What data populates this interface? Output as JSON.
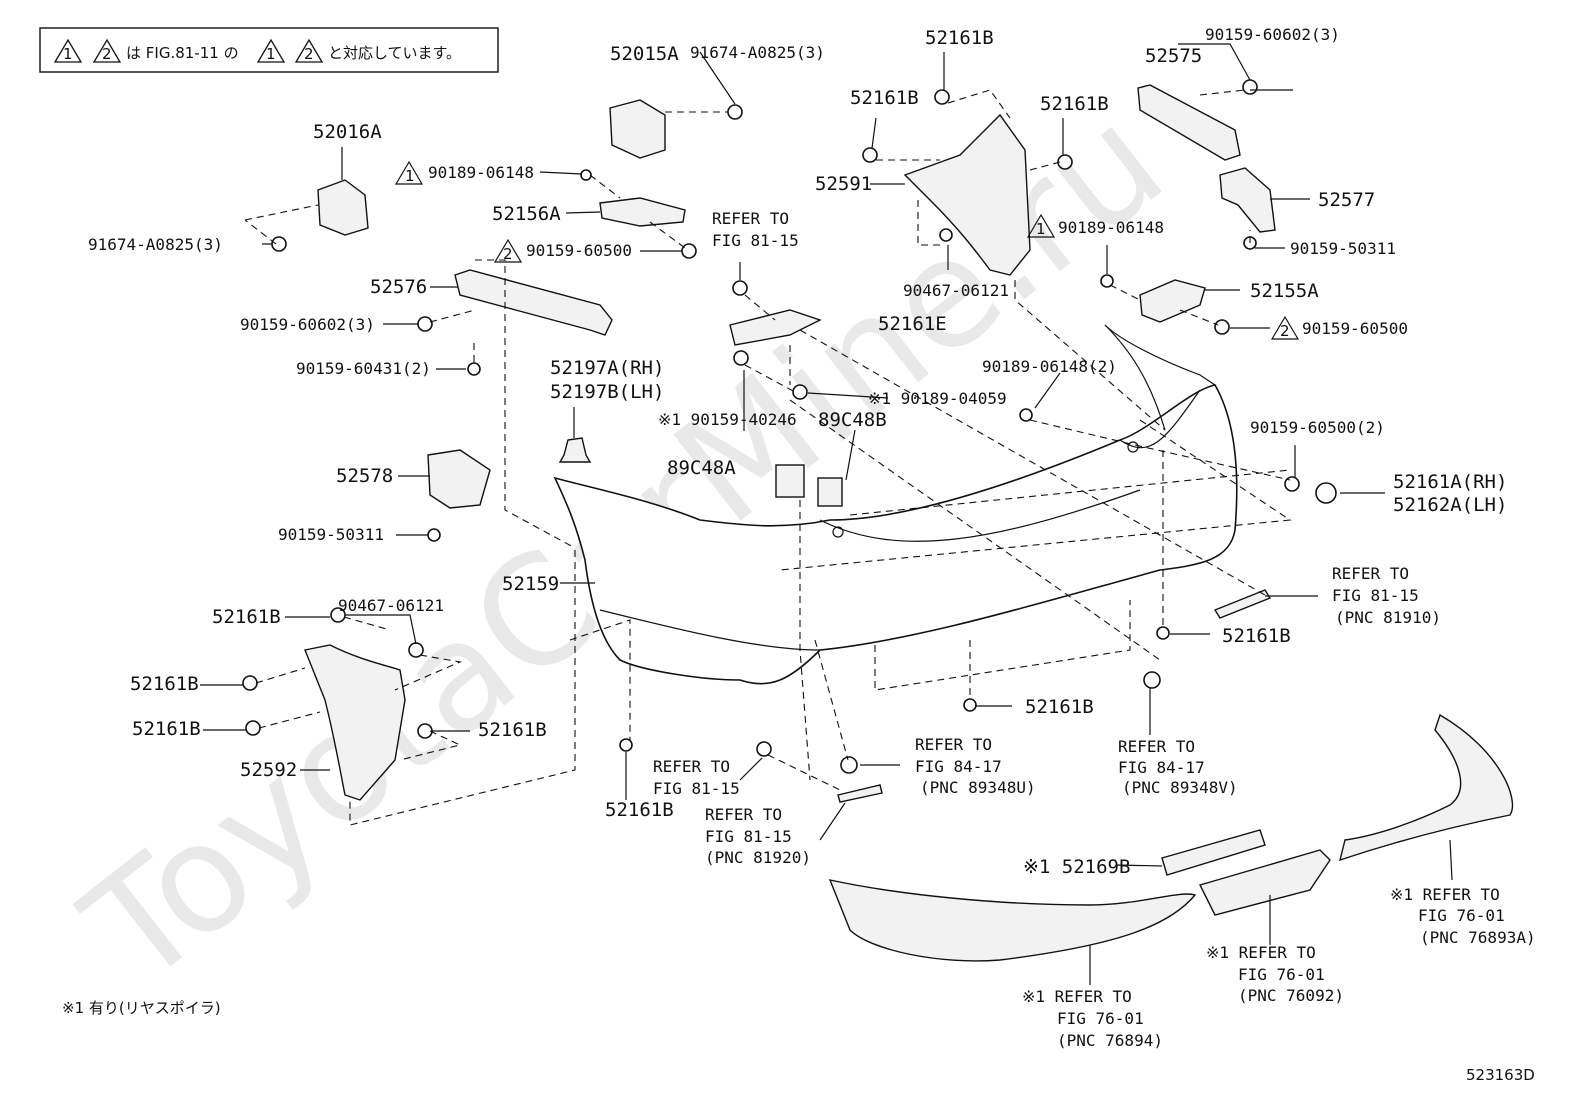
{
  "header_note": {
    "mark1": "1",
    "mark2": "2",
    "text_a": "は FIG.81-11 の",
    "text_b": "と対応しています。"
  },
  "footnote": "※1 有り(リヤスポイラ)",
  "figure_code": "523163D",
  "watermark": "ToyotaCarMine.ru",
  "labels": {
    "l52015A": "52015A",
    "l91674_top": "91674-A0825(3)",
    "l52161B_top": "52161B",
    "l90159_60602_tr": "90159-60602(3)",
    "l52575": "52575",
    "l52016A": "52016A",
    "l52161B_a": "52161B",
    "l52161B_b": "52161B",
    "l90189_06148_a": "90189-06148",
    "l52591": "52591",
    "l52577": "52577",
    "l52156A": "52156A",
    "l90189_06148_b": "90189-06148",
    "l91674_left": "91674-A0825(3)",
    "l90159_60500_a": "90159-60500",
    "l90159_50311_r": "90159-50311",
    "refer_8115_a_1": "REFER TO",
    "refer_8115_a_2": "FIG 81-15",
    "l52576": "52576",
    "l90467_06121_a": "90467-06121",
    "l52155A": "52155A",
    "l52161E": "52161E",
    "l90159_60500_b": "90159-60500",
    "l90159_60602_l": "90159-60602(3)",
    "l90159_60431": "90159-60431(2)",
    "l52197A": "52197A(RH)",
    "l52197B": "52197B(LH)",
    "l90189_06148_c": "90189-06148(2)",
    "l90189_04059": "※1 90189-04059",
    "l90159_40246": "※1 90159-40246",
    "l89C48B": "89C48B",
    "l90159_60500_c": "90159-60500(2)",
    "l52161A": "52161A(RH)",
    "l52162A": "52162A(LH)",
    "l89C48A": "89C48A",
    "l52578": "52578",
    "l90159_50311_l": "90159-50311",
    "l52159": "52159",
    "refer_8115_b_1": "REFER TO",
    "refer_8115_b_2": "FIG 81-15",
    "refer_8115_b_3": "(PNC 81910)",
    "l52161B_c": "52161B",
    "l52161B_d": "52161B",
    "l90467_06121_b": "90467-06121",
    "l52161B_e": "52161B",
    "l52161B_f": "52161B",
    "l52161B_g": "52161B",
    "l52161B_h": "52161B",
    "l52592": "52592",
    "refer_8417_a_1": "REFER TO",
    "refer_8417_a_2": "FIG 84-17",
    "refer_8417_a_3": "(PNC 89348U)",
    "refer_8417_b_1": "REFER TO",
    "refer_8417_b_2": "FIG 84-17",
    "refer_8417_b_3": "(PNC 89348V)",
    "refer_8115_c_1": "REFER TO",
    "refer_8115_c_2": "FIG 81-15",
    "l52161B_i": "52161B",
    "refer_8115_d_1": "REFER TO",
    "refer_8115_d_2": "FIG 81-15",
    "refer_8115_d_3": "(PNC 81920)",
    "l52169B": "※1 52169B",
    "refer_7601_a_1": "※1 REFER TO",
    "refer_7601_a_2": "FIG 76-01",
    "refer_7601_a_3": "(PNC 76893A)",
    "refer_7601_b_1": "※1 REFER TO",
    "refer_7601_b_2": "FIG 76-01",
    "refer_7601_b_3": "(PNC 76092)",
    "refer_7601_c_1": "※1 REFER TO",
    "refer_7601_c_2": "FIG 76-01",
    "refer_7601_c_3": "(PNC 76894)"
  }
}
